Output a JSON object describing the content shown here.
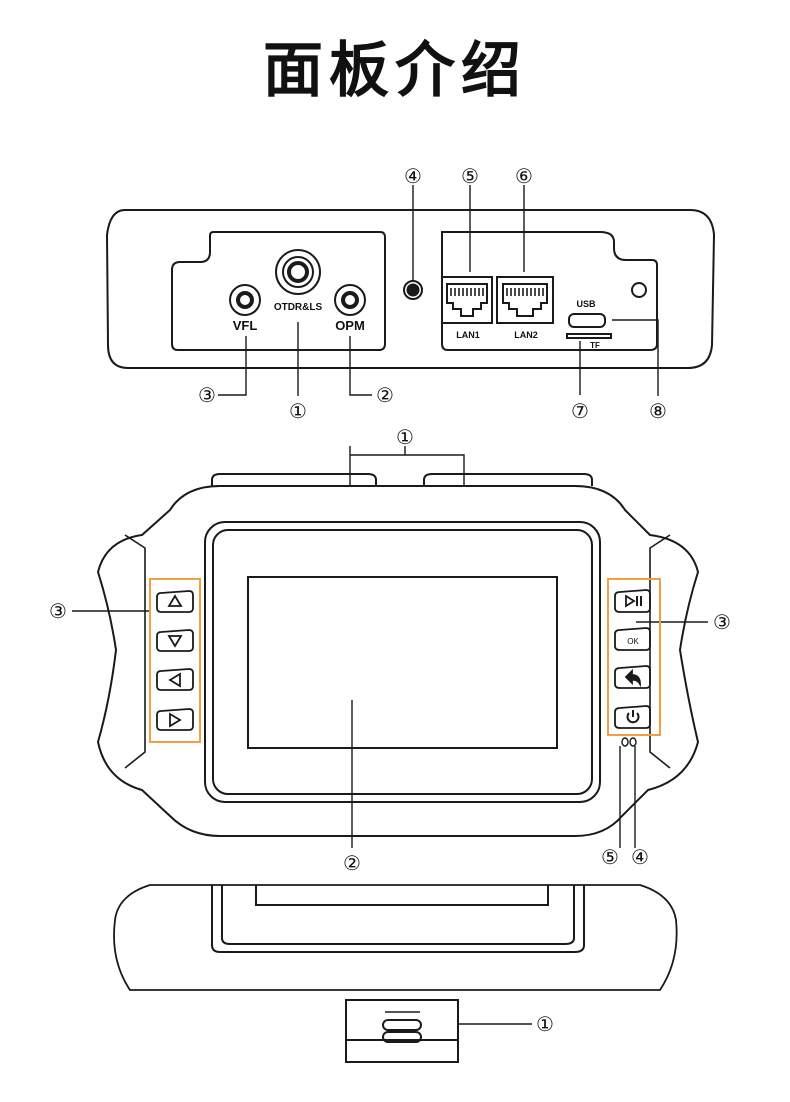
{
  "title": "面板介绍",
  "top_panel": {
    "port_labels": {
      "vfl": "VFL",
      "otdr": "OTDR&LS",
      "opm": "OPM",
      "lan1": "LAN1",
      "lan2": "LAN2",
      "usb": "USB",
      "tf": "TF"
    },
    "callouts": {
      "otdr": "①",
      "opm": "②",
      "vfl": "③",
      "jack": "④",
      "lan1": "⑤",
      "lan2": "⑥",
      "tf": "⑦",
      "usb": "⑧"
    }
  },
  "front_view": {
    "callouts": {
      "top_ports": "①",
      "screen": "②",
      "left_keys": "③",
      "right_keys": "③",
      "led_right": "④",
      "led_left": "⑤"
    },
    "ok_label": "OK",
    "accent_color": "#f0a040"
  },
  "bottom_view": {
    "callouts": {
      "latch": "①"
    }
  }
}
